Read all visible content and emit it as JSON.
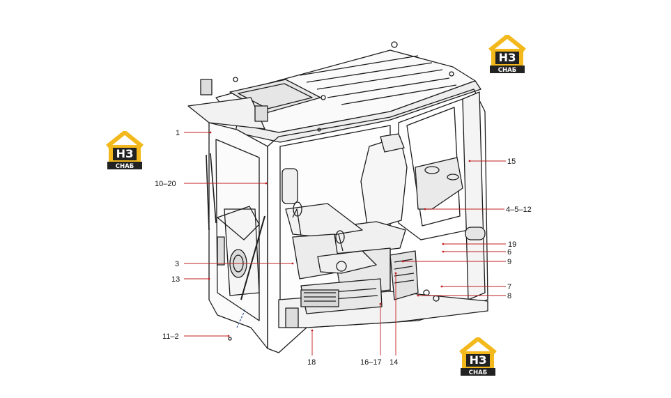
{
  "brand": {
    "logo_top": "НЗ",
    "logo_bottom": "СНАБ",
    "colors": {
      "yellow": "#f3b81c",
      "dark": "#222222",
      "white": "#ffffff"
    }
  },
  "callout_color": "#c21f1f",
  "callouts": [
    {
      "id": "c1",
      "label": "1"
    },
    {
      "id": "c10-20",
      "label": "10–20"
    },
    {
      "id": "c3",
      "label": "3"
    },
    {
      "id": "c13",
      "label": "13"
    },
    {
      "id": "c11-2",
      "label": "11–2"
    },
    {
      "id": "c18",
      "label": "18"
    },
    {
      "id": "c16-17",
      "label": "16–17"
    },
    {
      "id": "c14",
      "label": "14"
    },
    {
      "id": "c15",
      "label": "15"
    },
    {
      "id": "c4-5-12",
      "label": "4–5–12"
    },
    {
      "id": "c19",
      "label": "19"
    },
    {
      "id": "c6",
      "label": "6"
    },
    {
      "id": "c9",
      "label": "9"
    },
    {
      "id": "c7",
      "label": "7"
    },
    {
      "id": "c8",
      "label": "8"
    }
  ]
}
